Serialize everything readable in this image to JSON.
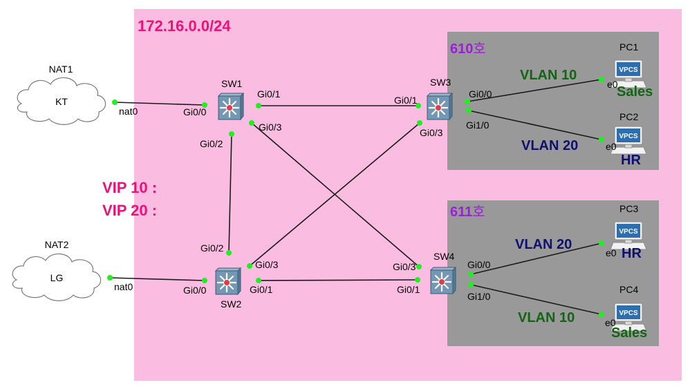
{
  "colors": {
    "subnet_bg": "#fbbce1",
    "room_bg": "#999999",
    "link": "#1a1a1a",
    "port_dot": "#22ee22",
    "pink_text": "#ee1177",
    "room_text": "#9a1fd6",
    "vlan10_text": "#146414",
    "vlan20_text": "#101070",
    "switch_body": "#6e91ad",
    "switch_dark": "#4f6f88"
  },
  "subnet": {
    "label": "172.16.0.0/24"
  },
  "vip": {
    "line1": "VIP 10 :",
    "line2": "VIP 20 :"
  },
  "rooms": {
    "r610": {
      "number": "610",
      "suffix": "호"
    },
    "r611": {
      "number": "611",
      "suffix": "호"
    }
  },
  "clouds": {
    "nat1": {
      "name": "NAT1",
      "text": "KT",
      "port": "nat0"
    },
    "nat2": {
      "name": "NAT2",
      "text": "LG",
      "port": "nat0"
    }
  },
  "switches": {
    "sw1": {
      "name": "SW1",
      "ports": {
        "gi0_0": "Gi0/0",
        "gi0_1": "Gi0/1",
        "gi0_2": "Gi0/2",
        "gi0_3": "Gi0/3"
      }
    },
    "sw2": {
      "name": "SW2",
      "ports": {
        "gi0_0": "Gi0/0",
        "gi0_1": "Gi0/1",
        "gi0_2": "Gi0/2",
        "gi0_3": "Gi0/3"
      }
    },
    "sw3": {
      "name": "SW3",
      "ports": {
        "gi0_0": "Gi0/0",
        "gi0_1": "Gi0/1",
        "gi0_3": "Gi0/3",
        "gi1_0": "Gi1/0"
      }
    },
    "sw4": {
      "name": "SW4",
      "ports": {
        "gi0_0": "Gi0/0",
        "gi0_1": "Gi0/1",
        "gi0_3": "Gi0/3",
        "gi1_0": "Gi1/0"
      }
    }
  },
  "pcs": {
    "pc1": {
      "name": "PC1",
      "port": "e0",
      "dept": "Sales",
      "vlan": "VLAN 10",
      "screen": "VPCS"
    },
    "pc2": {
      "name": "PC2",
      "port": "e0",
      "dept": "HR",
      "vlan": "VLAN 20",
      "screen": "VPCS"
    },
    "pc3": {
      "name": "PC3",
      "port": "e0",
      "dept": "HR",
      "vlan": "VLAN 20",
      "screen": "VPCS"
    },
    "pc4": {
      "name": "PC4",
      "port": "e0",
      "dept": "Sales",
      "vlan": "VLAN 10",
      "screen": "VPCS"
    }
  }
}
